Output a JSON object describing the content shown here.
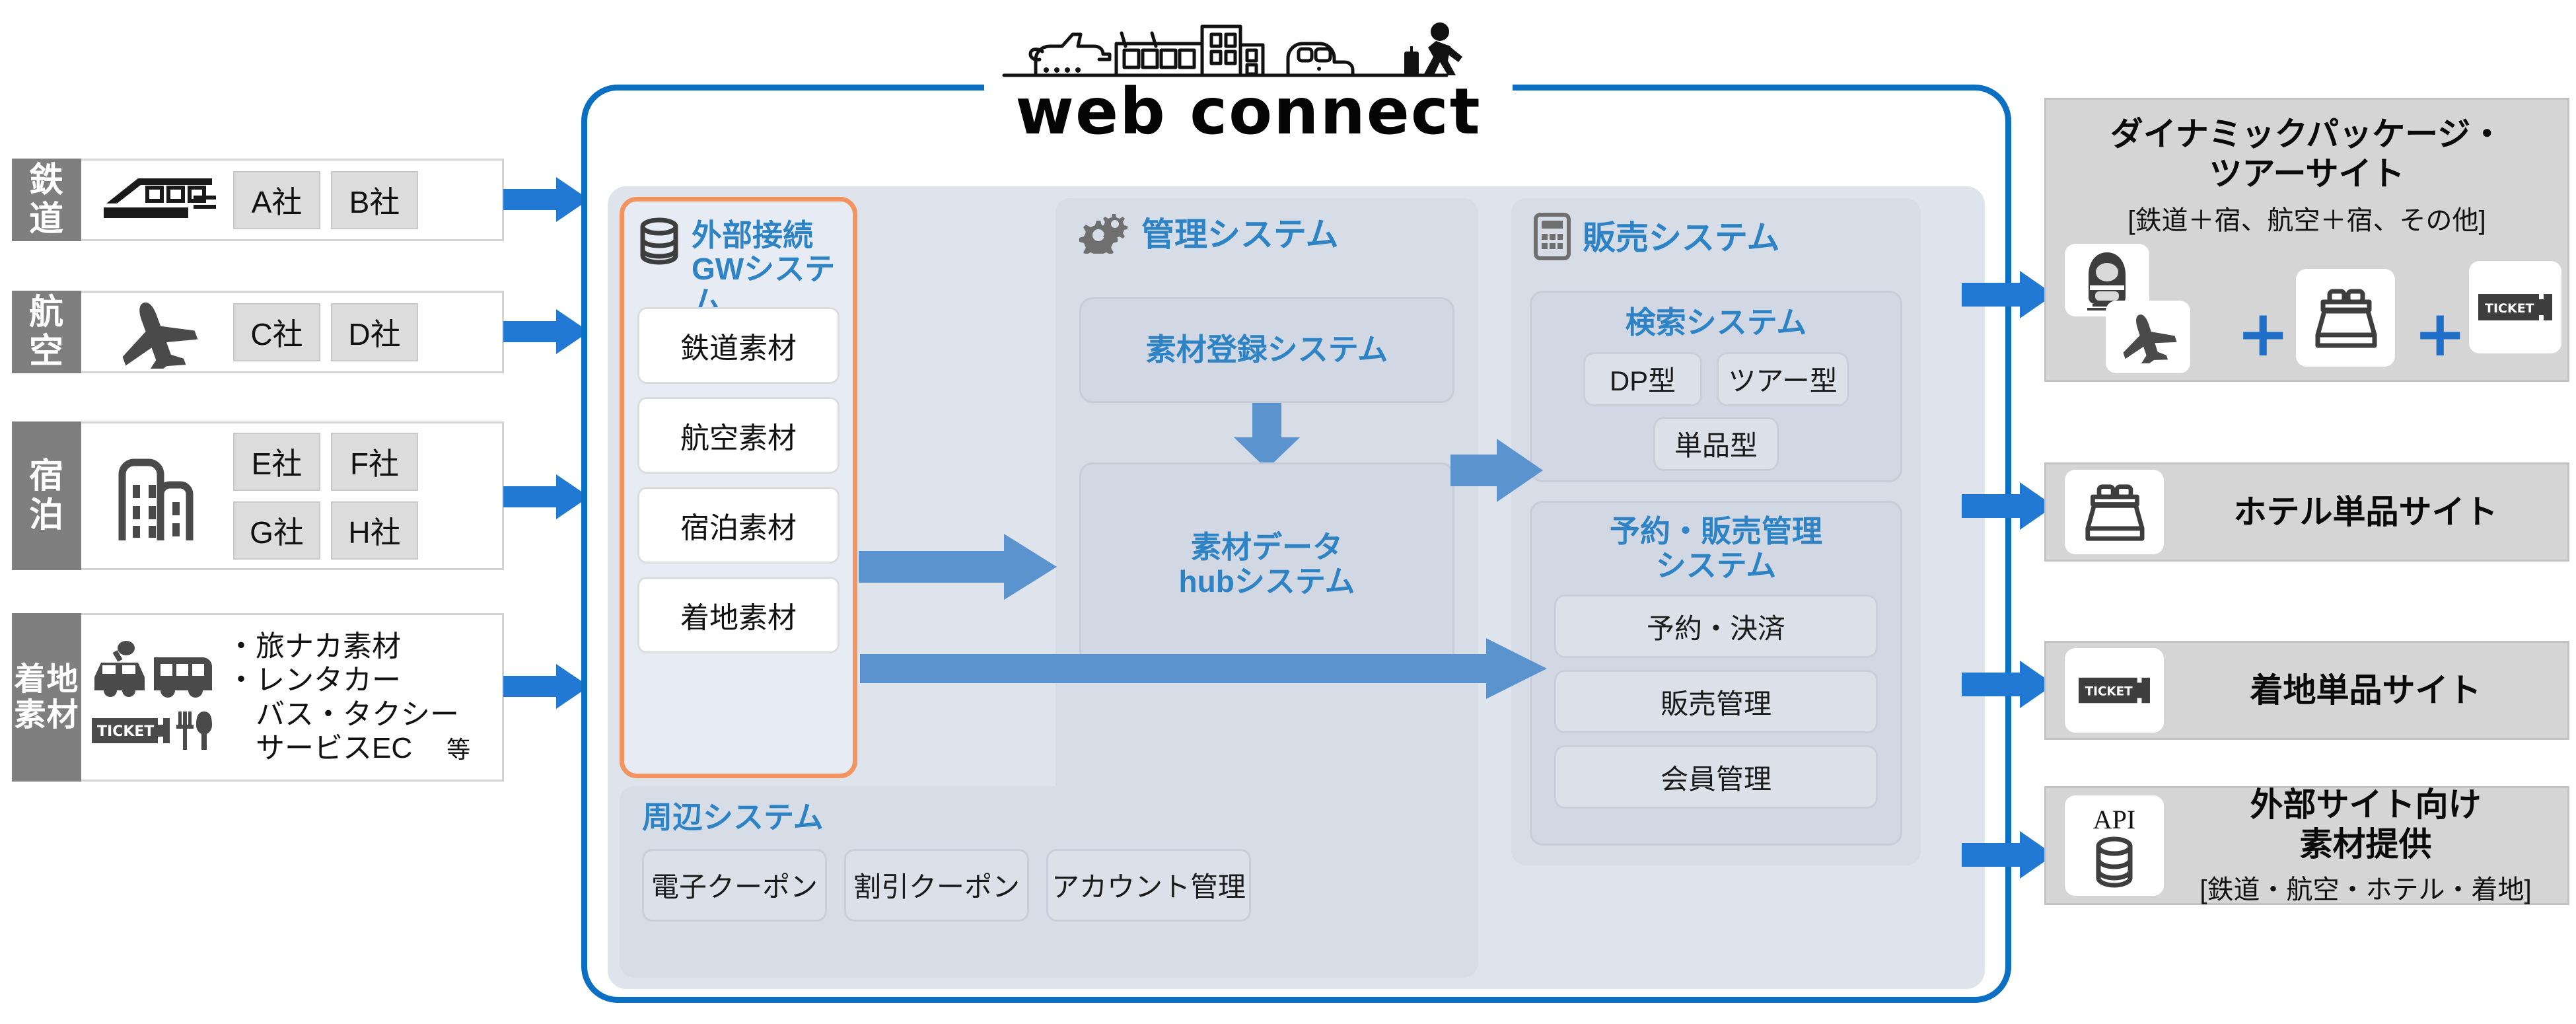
{
  "brand": {
    "wordmark": "web connect",
    "logo_icon": "travel-skyline-icon"
  },
  "suppliers": [
    {
      "tab": "鉄道",
      "icon": "train-icon",
      "companies": [
        "A社",
        "B社"
      ]
    },
    {
      "tab": "航空",
      "icon": "airplane-icon",
      "companies": [
        "C社",
        "D社"
      ]
    },
    {
      "tab": "宿泊",
      "icon": "building-icon",
      "companies": [
        "E社",
        "F社",
        "G社",
        "H社"
      ]
    },
    {
      "tab": "着地素材",
      "icon": "car-bus-ticket-food-icon",
      "items": [
        "・旅ナカ素材",
        "・レンタカー",
        "　バス・タクシー",
        "　サービスEC"
      ],
      "etc": "等"
    }
  ],
  "gateway": {
    "icon": "database-icon",
    "title_line1": "外部接続",
    "title_line2": "GWシステム",
    "items": [
      "鉄道素材",
      "航空素材",
      "宿泊素材",
      "着地素材"
    ],
    "border_color": "#f2945f"
  },
  "management": {
    "icon": "gears-icon",
    "title": "管理システム",
    "register": "素材登録システム",
    "hub_line1": "素材データ",
    "hub_line2": "hubシステム"
  },
  "sales": {
    "icon": "calculator-icon",
    "title": "販売システム",
    "search": {
      "title": "検索システム",
      "items": [
        "DP型",
        "ツアー型",
        "単品型"
      ]
    },
    "booking": {
      "title_line1": "予約・販売管理",
      "title_line2": "システム",
      "items": [
        "予約・決済",
        "販売管理",
        "会員管理"
      ]
    }
  },
  "peripheral": {
    "title": "周辺システム",
    "items": [
      "電子クーポン",
      "割引クーポン",
      "アカウント管理"
    ]
  },
  "outputs": [
    {
      "title_line1": "ダイナミックパッケージ・",
      "title_line2": "ツアーサイト",
      "sub": "[鉄道＋宿、航空＋宿、その他]",
      "icons": [
        "shinkansen-icon",
        "airplane-icon",
        "plus-icon",
        "bed-icon",
        "plus-icon",
        "ticket-icon"
      ]
    },
    {
      "title_line1": "ホテル単品サイト",
      "icons": [
        "bed-icon"
      ]
    },
    {
      "title_line1": "着地単品サイト",
      "icons": [
        "ticket-icon"
      ]
    },
    {
      "title_line1": "外部サイト向け",
      "title_line2": "素材提供",
      "sub": "[鉄道・航空・ホテル・着地]",
      "icons": [
        "api-database-icon"
      ],
      "api_label": "API"
    }
  ],
  "colors": {
    "main_border": "#0b70c4",
    "arrow_blue": "#2179d4",
    "inner_arrow_blue": "#5b93cf",
    "accent_orange": "#f2945f",
    "title_blue": "#2d83c4",
    "tab_grey": "#7f7f7f"
  }
}
